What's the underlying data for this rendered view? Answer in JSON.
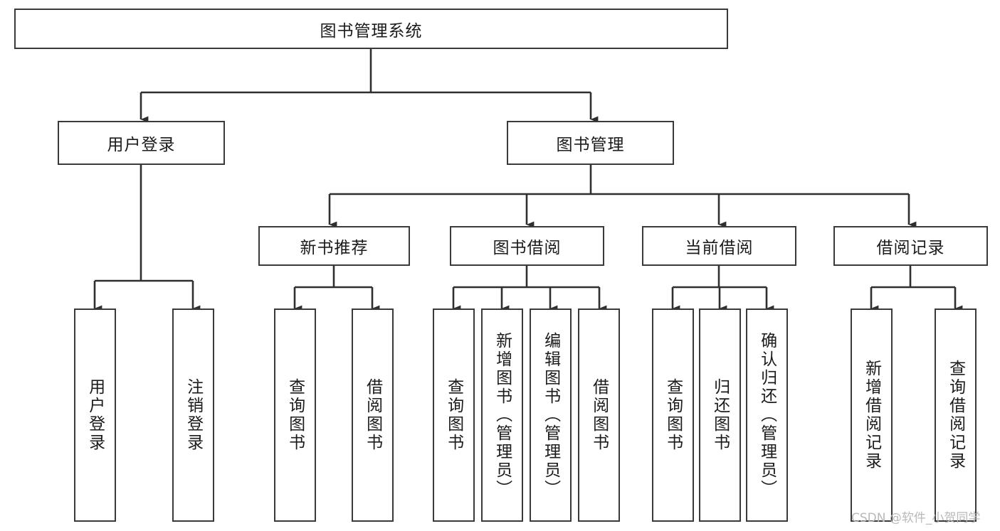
{
  "diagram": {
    "type": "tree-hierarchy",
    "title": "图书管理系统",
    "root": {
      "label": "图书管理系统"
    },
    "level1": [
      {
        "label": "用户登录"
      },
      {
        "label": "图书管理"
      }
    ],
    "level2": [
      {
        "label": "新书推荐",
        "parent": "图书管理"
      },
      {
        "label": "图书借阅",
        "parent": "图书管理"
      },
      {
        "label": "当前借阅",
        "parent": "图书管理"
      },
      {
        "label": "借阅记录",
        "parent": "图书管理"
      }
    ],
    "leaves": [
      {
        "label": "用户登录",
        "parent": "用户登录"
      },
      {
        "label": "注销登录",
        "parent": "用户登录"
      },
      {
        "label": "查询图书",
        "parent": "新书推荐"
      },
      {
        "label": "借阅图书",
        "parent": "新书推荐"
      },
      {
        "label": "查询图书",
        "parent": "图书借阅"
      },
      {
        "label": "新增图书（管理员）",
        "parent": "图书借阅"
      },
      {
        "label": "编辑图书（管理员）",
        "parent": "图书借阅"
      },
      {
        "label": "借阅图书",
        "parent": "图书借阅"
      },
      {
        "label": "查询图书",
        "parent": "当前借阅"
      },
      {
        "label": "归还图书",
        "parent": "当前借阅"
      },
      {
        "label": "确认归还（管理员）",
        "parent": "当前借阅"
      },
      {
        "label": "新增借阅记录",
        "parent": "借阅记录"
      },
      {
        "label": "查询借阅记录",
        "parent": "借阅记录"
      }
    ],
    "colors": {
      "box_border": "#3a3a3a",
      "box_fill": "#ffffff",
      "connector": "#2f2f2f",
      "text": "#1b1b1b",
      "watermark": "#b9b9b9"
    }
  },
  "watermark": {
    "text": "CSDN @软件_小贺同学"
  }
}
